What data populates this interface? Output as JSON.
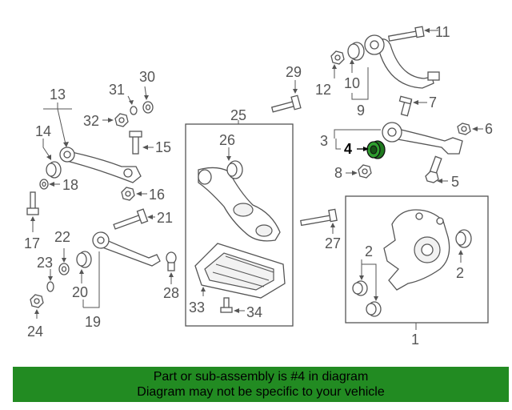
{
  "diagram": {
    "highlight_color": "#228b22",
    "highlighted_part": "4",
    "labels": {
      "l1": "1",
      "l2a": "2",
      "l2b": "2",
      "l3": "3",
      "l4": "4",
      "l5": "5",
      "l6": "6",
      "l7": "7",
      "l8": "8",
      "l9": "9",
      "l10": "10",
      "l11": "11",
      "l12": "12",
      "l13": "13",
      "l14": "14",
      "l15": "15",
      "l16": "16",
      "l17": "17",
      "l18": "18",
      "l19": "19",
      "l20": "20",
      "l21": "21",
      "l22": "22",
      "l23": "23",
      "l24": "24",
      "l25": "25",
      "l26": "26",
      "l27": "27",
      "l28": "28",
      "l29": "29",
      "l30": "30",
      "l31": "31",
      "l32": "32",
      "l33": "33",
      "l34": "34"
    }
  },
  "banner": {
    "line1": "Part or sub-assembly is #4 in diagram",
    "line2": "Diagram may not be specific to your vehicle"
  }
}
